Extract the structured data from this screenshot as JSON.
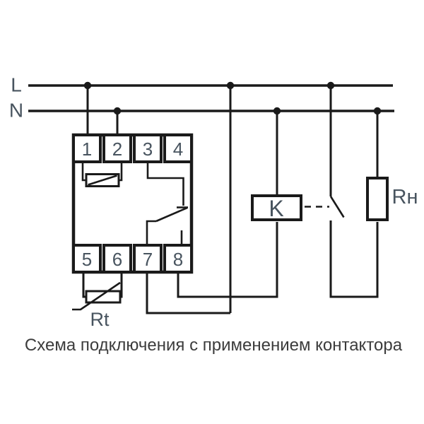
{
  "diagram": {
    "caption": "Схема подключения с применением контактора",
    "bus": {
      "line": "L",
      "neutral": "N"
    },
    "relay": {
      "terminals_top": [
        "1",
        "2",
        "3",
        "4"
      ],
      "terminals_bottom": [
        "5",
        "6",
        "7",
        "8"
      ]
    },
    "contactor": {
      "label": "K"
    },
    "load": {
      "label": "Rн"
    },
    "sensor": {
      "label": "Rt"
    },
    "colors": {
      "wire": "#1a1a1a",
      "label_text": "#48545f",
      "caption_text": "#3c3c3c",
      "background": "#ffffff"
    }
  }
}
